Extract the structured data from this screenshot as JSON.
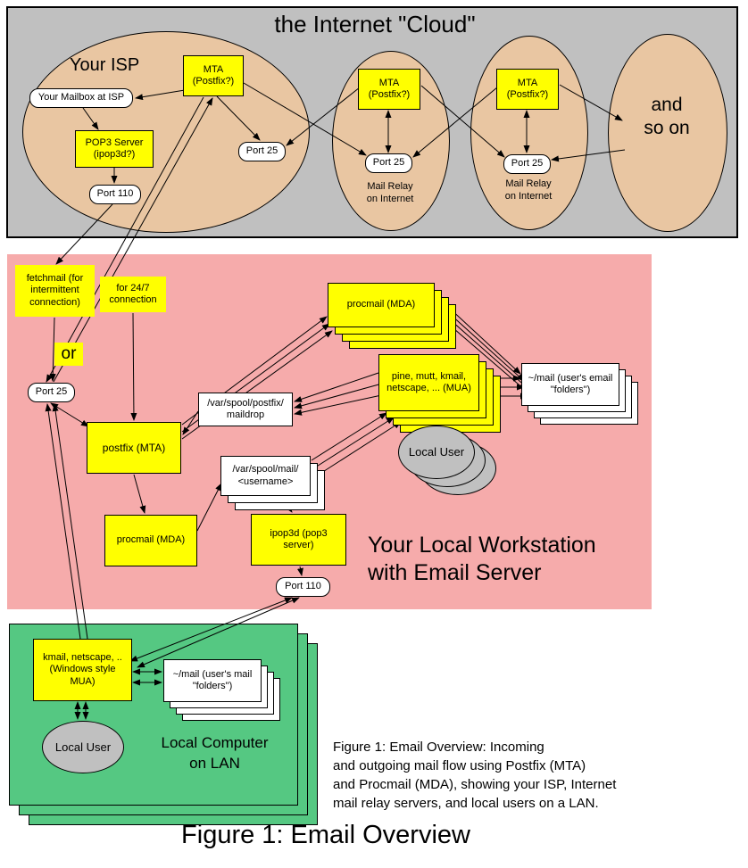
{
  "colors": {
    "cloud_bg": "#c0c0c0",
    "isp_ellipse": "#e9c6a2",
    "node_yellow": "#ffff00",
    "workstation_bg": "#f6abab",
    "lan_bg": "#55c882",
    "user_ellipse": "#c0c0c0"
  },
  "cloud": {
    "title": "the Internet \"Cloud\"",
    "isp": {
      "label": "Your ISP",
      "mailbox": "Your Mailbox at ISP",
      "pop3_server": "POP3 Server (ipop3d?)",
      "port_110": "Port 110",
      "mta": "MTA (Postfix?)",
      "port_25": "Port 25"
    },
    "relay1": {
      "mta": "MTA (Postfix?)",
      "port_25": "Port 25",
      "label_line1": "Mail Relay",
      "label_line2": "on Internet"
    },
    "relay2": {
      "mta": "MTA (Postfix?)",
      "port_25": "Port 25",
      "label_line1": "Mail Relay",
      "label_line2": "on Internet"
    },
    "and_so_on": "and so on"
  },
  "workstation": {
    "fetchmail": "fetchmail (for intermittent connection)",
    "connection_247": "for 24/7 connection",
    "or_label": "or",
    "port_25": "Port 25",
    "postfix": "postfix (MTA)",
    "maildrop_line1": "/var/spool/postfix/",
    "maildrop_line2": "maildrop",
    "procmail_stack": "procmail (MDA)",
    "mua": "pine, mutt, kmail, netscape, ... (MUA)",
    "mail_folders": "~/mail (user's email \"folders\")",
    "spool_line1": "/var/spool/mail/",
    "spool_line2": "<username>",
    "procmail": "procmail (MDA)",
    "ipop3d": "ipop3d (pop3 server)",
    "port_110": "Port 110",
    "local_user": "Local User",
    "label_line1": "Your Local Workstation",
    "label_line2": "with Email Server"
  },
  "lan": {
    "mua": "kmail, netscape, .. (Windows style MUA)",
    "mail_folders": "~/mail (user's mail \"folders\")",
    "local_user": "Local User",
    "label_line1": "Local Computer",
    "label_line2": "on LAN"
  },
  "caption": {
    "lines": [
      "Figure 1:  Email Overview: Incoming",
      "and outgoing mail flow using Postfix (MTA)",
      "and Procmail (MDA), showing your ISP, Internet",
      "mail relay servers, and local users on a LAN."
    ]
  },
  "figure_title": "Figure 1: Email Overview"
}
